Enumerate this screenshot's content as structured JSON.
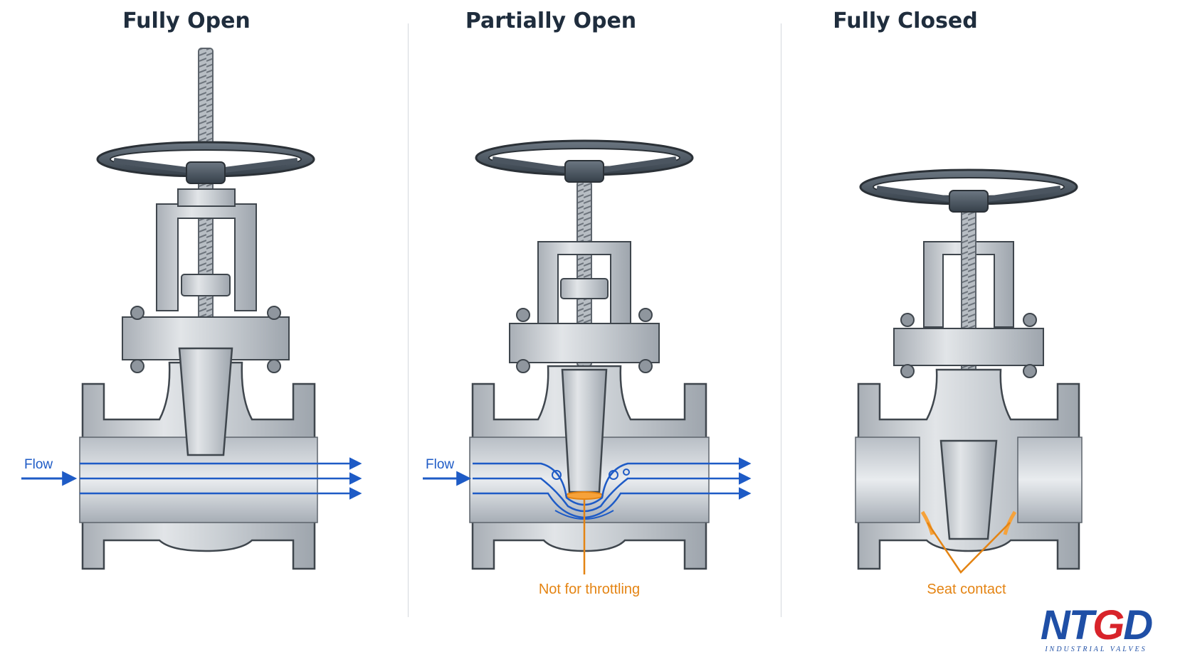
{
  "panels": [
    {
      "title": "Fully Open",
      "flow_label": "Flow",
      "state": "open",
      "opening_fraction": 1.0
    },
    {
      "title": "Partially Open",
      "flow_label": "Flow",
      "state": "partial",
      "opening_fraction": 0.4,
      "callout": "Not for throttling"
    },
    {
      "title": "Fully Closed",
      "state": "closed",
      "opening_fraction": 0.0,
      "callout": "Seat contact"
    }
  ],
  "logo": {
    "mark": "NTGD",
    "mark_prefix": "NT",
    "mark_accent": "G",
    "mark_suffix": "D",
    "subtitle": "INDUSTRIAL VALVES"
  },
  "colors": {
    "flow_arrow": "#1e5bc6",
    "callout": "#e48413",
    "title": "#1f2d3d",
    "body_metal": "#c3c8ce",
    "handwheel": "#4b5560",
    "logo_blue": "#1f4fa6",
    "logo_red": "#d8232a"
  }
}
